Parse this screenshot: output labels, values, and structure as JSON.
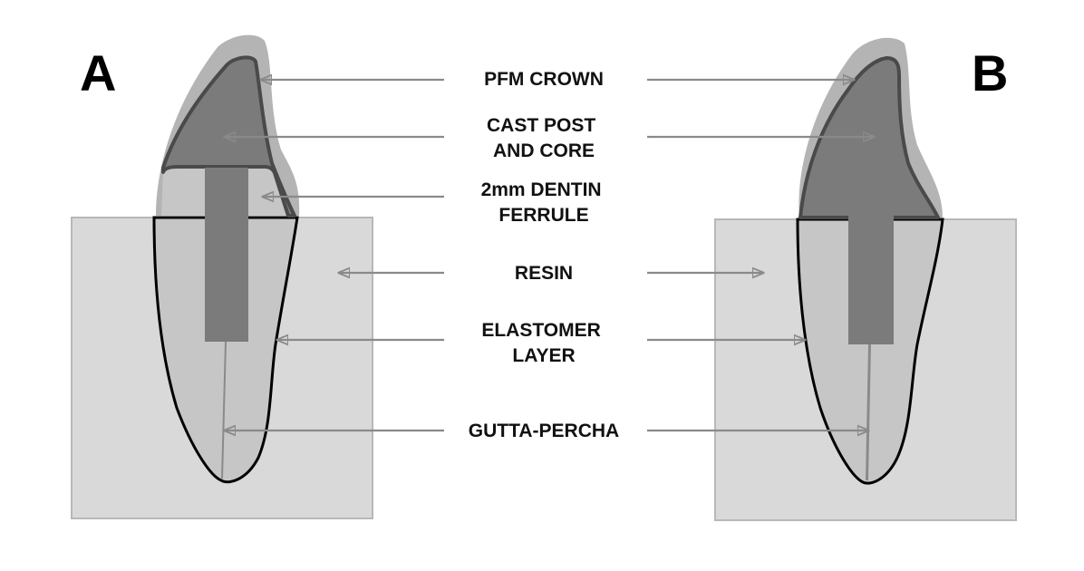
{
  "panels": [
    {
      "letter": "A"
    },
    {
      "letter": "B"
    }
  ],
  "labels": [
    {
      "id": "pfm-crown",
      "lines": [
        "PFM CROWN"
      ]
    },
    {
      "id": "cast-post-and-core",
      "lines": [
        "CAST POST",
        "AND CORE"
      ]
    },
    {
      "id": "dentin-ferrule",
      "lines": [
        "2mm DENTIN",
        "FERRULE"
      ]
    },
    {
      "id": "resin",
      "lines": [
        "RESIN"
      ]
    },
    {
      "id": "elastomer-layer",
      "lines": [
        "ELASTOMER",
        "LAYER"
      ]
    },
    {
      "id": "gutta-percha",
      "lines": [
        "GUTTA-PERCHA"
      ]
    }
  ],
  "colors": {
    "resin_block": "#d9d9d9",
    "resin_block_border": "#b8b8b8",
    "crown": "#b4b4b4",
    "dentin": "#c6c6c6",
    "post_core": "#7b7b7b",
    "post_core_border": "#4a4a4a",
    "elastomer_outline": "#000000",
    "leader_line": "#8a8a8a"
  }
}
